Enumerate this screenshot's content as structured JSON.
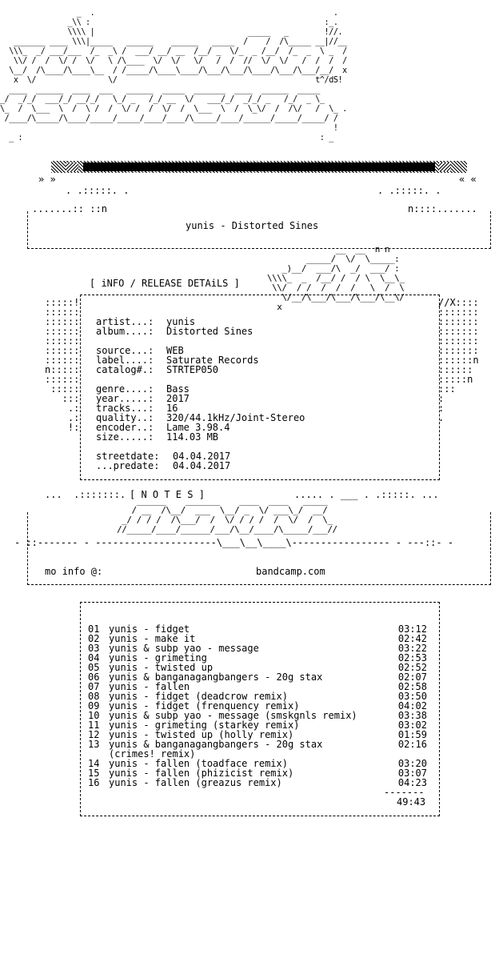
{
  "header_art": "                 _  .                                                     .\n               _\\\\ :                                                    :_.\n               \\\\\\\\ |                                  _____   _        !//.\n   _______ ____ \\\\\\|_____   ______    ______   _____  /    /  /\\_____ __|//__\n  \\\\\\_  _/ ___/___  /_  _\\ /  ___/ __/ __  /__/ _  \\/_  _ /__/  /_  _  \\ _  /\n   \\\\/ /  /  \\/ /  \\/   \\ /\\____  \\/  \\/   \\/   /  /  //  \\/  \\/   /  /  /  /\n  \\__/  /\\____/\\____\\__  / /_____/\\____\\____/\\___/\\___/\\____/\\___/\\___/__/  x\n   x  \\/                \\/                                            t^/dS!\n  ____  ______  ____  ___   ______  _____  _______  ____  ______  _____\n_/  _/_/  ___/_/ __/_/   \\_/ _   /_/ __  \\/   ___/_/  _/_/ _   /_/  _ \\_\n\\_  /  \\___  \\  /  \\ /  /  \\/ /  /  \\/  /  \\___  \\  /  \\_\\/  /  /\\/   /  \\_ .\n /____/\\_____/\\____/_____/_____/____/____/\\_____/____/______/_____/_____/ /\n                                                                          !\n  _ :                                                                  : _",
  "release_name": "yunis - Distorted Sines",
  "info_heading": "[ iNFO / RELEASE DETAiLS ]",
  "info": {
    "artist_label": "artist...:",
    "artist": "yunis",
    "album_label": "album....:",
    "album": "Distorted Sines",
    "source_label": "source...:",
    "source": "WEB",
    "label_label": "label....:",
    "label": "Saturate Records",
    "catalog_label": "catalog#.:",
    "catalog": "STRTEP050",
    "genre_label": "genre....:",
    "genre": "Bass",
    "year_label": "year.....:",
    "year": "2017",
    "tracks_label": "tracks...:",
    "tracks": "16",
    "quality_label": "quality..:",
    "quality": "320/44.1kHz/Joint-Stereo",
    "encoder_label": "encoder..:",
    "encoder": "Lame 3.98.4",
    "size_label": "size.....:",
    "size": "114.03 MB",
    "streetdate_label": "streetdate:",
    "streetdate": "04.04.2017",
    "predate_label": "...predate:",
    "predate": "04.04.2017"
  },
  "notes_heading": "[ N O T E S ]",
  "notes": {
    "more_info_label": "mo info @:",
    "more_info_value": "bandcamp.com"
  },
  "tracklist": [
    {
      "num": "01",
      "title": "yunis - fidget",
      "duration": "03:12"
    },
    {
      "num": "02",
      "title": "yunis - make it",
      "duration": "02:42"
    },
    {
      "num": "03",
      "title": "yunis & subp yao - message",
      "duration": "03:22"
    },
    {
      "num": "04",
      "title": "yunis - grimeting",
      "duration": "02:53"
    },
    {
      "num": "05",
      "title": "yunis - twisted up",
      "duration": "02:52"
    },
    {
      "num": "06",
      "title": "yunis & banganagangbangers - 20g stax",
      "duration": "02:07"
    },
    {
      "num": "07",
      "title": "yunis - fallen",
      "duration": "02:58"
    },
    {
      "num": "08",
      "title": "yunis - fidget (deadcrow remix)",
      "duration": "03:50"
    },
    {
      "num": "09",
      "title": "yunis - fidget (frenquency remix)",
      "duration": "04:02"
    },
    {
      "num": "10",
      "title": "yunis & subp yao - message (smskgnls remix)",
      "duration": "03:38"
    },
    {
      "num": "11",
      "title": "yunis - grimeting (starkey remix)",
      "duration": "03:02"
    },
    {
      "num": "12",
      "title": "yunis - twisted up (holly remix)",
      "duration": "01:59"
    },
    {
      "num": "13",
      "title": "yunis & banganagangbangers - 20g stax",
      "duration": "02:16"
    },
    {
      "num": "",
      "title": "(crimes! remix)",
      "duration": ""
    },
    {
      "num": "14",
      "title": "yunis - fallen (toadface remix)",
      "duration": "03:20"
    },
    {
      "num": "15",
      "title": "yunis - fallen (phizicist remix)",
      "duration": "03:07"
    },
    {
      "num": "16",
      "title": "yunis - fallen (greazus remix)",
      "duration": "04:23"
    }
  ],
  "total_separator": "-------",
  "total_time": "49:43"
}
